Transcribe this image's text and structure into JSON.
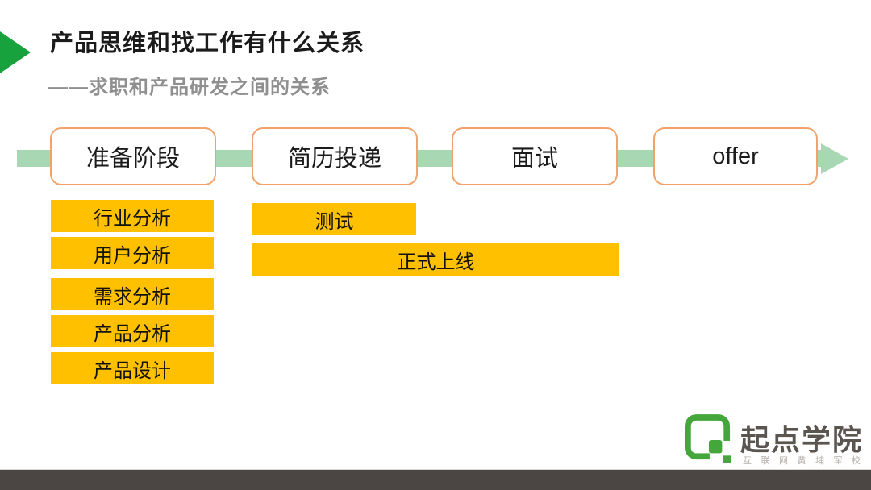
{
  "slide": {
    "title": "产品思维和找工作有什么关系",
    "subtitle": "——求职和产品研发之间的关系"
  },
  "flow": {
    "stages": [
      {
        "label": "准备阶段"
      },
      {
        "label": "简历投递"
      },
      {
        "label": "面试"
      },
      {
        "label": "offer"
      }
    ],
    "preparation_tasks": [
      "行业分析",
      "用户分析",
      "需求分析",
      "产品分析",
      "产品设计"
    ],
    "launch_tasks": [
      "测试",
      "正式上线"
    ]
  },
  "logo": {
    "name": "起点学院",
    "tagline": "互联网黄埔军校"
  },
  "colors": {
    "accent-green": "#18a23e",
    "connector-green": "#a7d8b3",
    "stage-border": "#f2a36b",
    "task-gold": "#ffc000",
    "logo-green": "#45a73b",
    "footer-gray": "#4b4643",
    "title-black": "#1b1b1b",
    "subtitle-gray": "#8f8f8f"
  }
}
